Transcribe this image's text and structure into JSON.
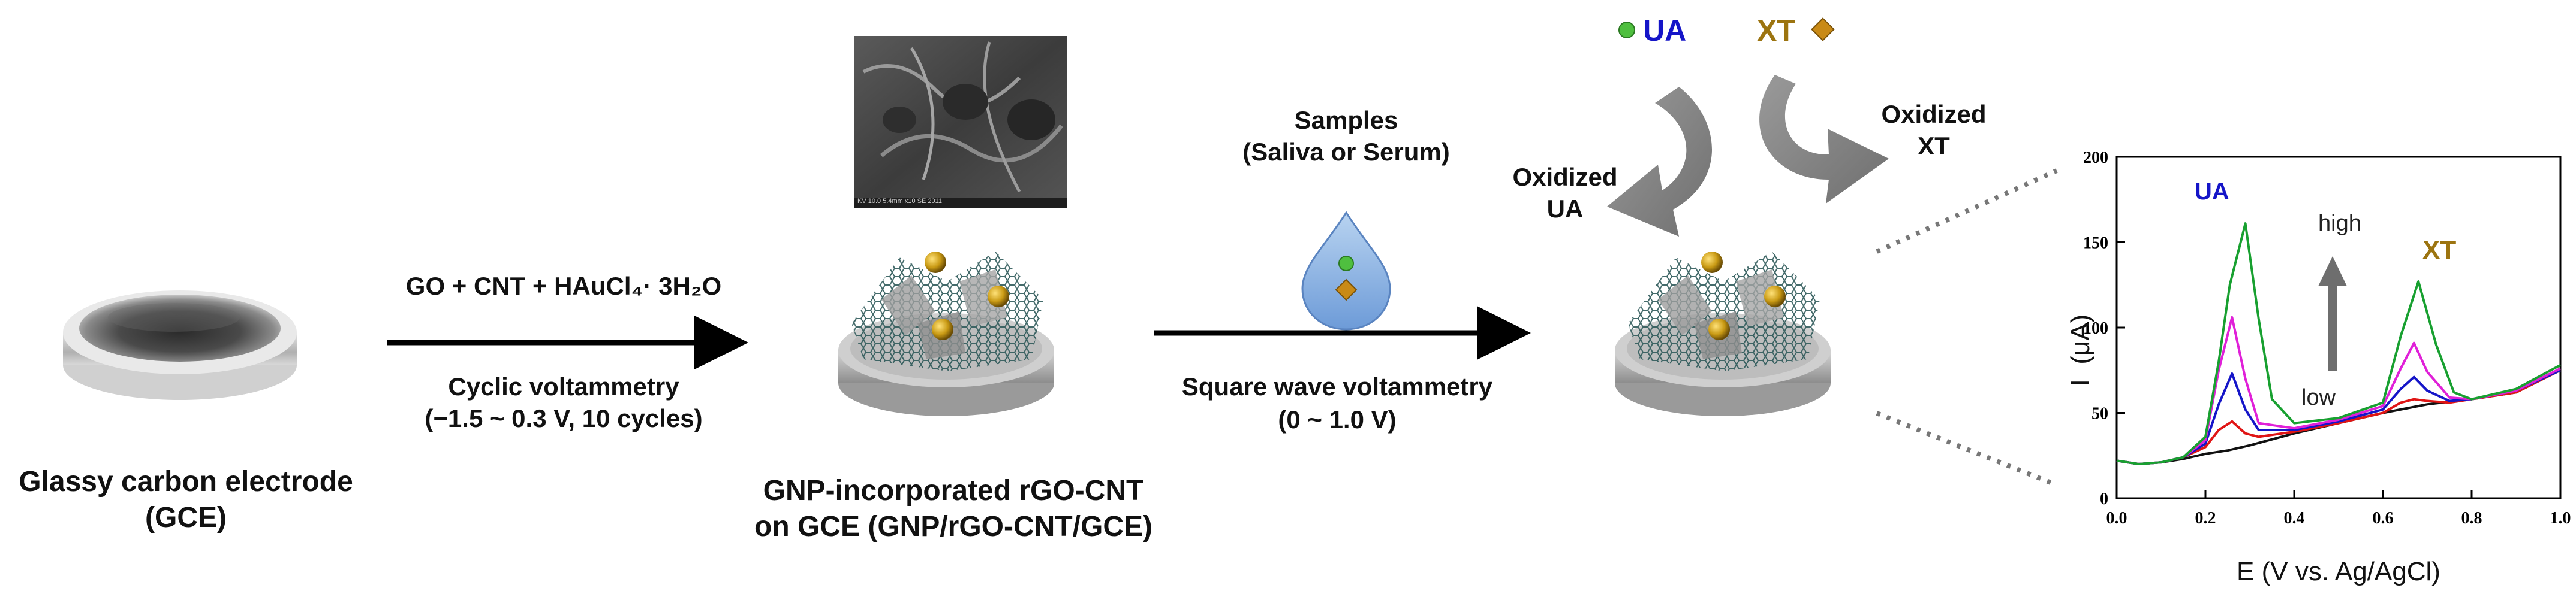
{
  "gce": {
    "line1": "Glassy carbon electrode",
    "line2": "(GCE)"
  },
  "step1": {
    "reagents": "GO + CNT + HAuCl₄· 3H₂O",
    "method": "Cyclic voltammetry",
    "conditions": "(−1.5 ~ 0.3 V, 10 cycles)"
  },
  "modified": {
    "line1": "GNP-incorporated rGO-CNT",
    "line2": "on GCE (GNP/rGO-CNT/GCE)",
    "sem_caption": "KV 10.0 5.4mm x10 SE 2011"
  },
  "samples": {
    "line1": "Samples",
    "line2": "(Saliva or Serum)"
  },
  "step2": {
    "method": "Square wave voltammetry",
    "conditions": "(0 ~ 1.0 V)"
  },
  "analytes": {
    "ua": "UA",
    "xt": "XT",
    "oxidized_ua_1": "Oxidized",
    "oxidized_ua_2": "UA",
    "oxidized_xt_1": "Oxidized",
    "oxidized_xt_2": "XT",
    "ua_color": "#1515c8",
    "xt_color": "#9c7410"
  },
  "chart_data": {
    "type": "line",
    "xlabel": "E (V vs. Ag/AgCl)",
    "ylabel": "I  (μA)",
    "xlim": [
      0.0,
      1.0
    ],
    "ylim": [
      0,
      200
    ],
    "xticks": [
      "0.0",
      "0.2",
      "0.4",
      "0.6",
      "0.8",
      "1.0"
    ],
    "yticks": [
      "0",
      "50",
      "100",
      "150",
      "200"
    ],
    "annotations": {
      "ua": "UA",
      "xt": "XT",
      "high": "high",
      "low": "low"
    },
    "series": [
      {
        "color": "#111111",
        "x": [
          0.0,
          0.05,
          0.1,
          0.15,
          0.2,
          0.25,
          0.3,
          0.4,
          0.5,
          0.6,
          0.7,
          0.8,
          0.9,
          1.0
        ],
        "y": [
          22,
          20,
          21,
          23,
          26,
          28,
          31,
          38,
          44,
          50,
          55,
          58,
          62,
          75
        ]
      },
      {
        "color": "#e01515",
        "x": [
          0.0,
          0.05,
          0.1,
          0.15,
          0.2,
          0.23,
          0.26,
          0.29,
          0.32,
          0.4,
          0.5,
          0.6,
          0.64,
          0.67,
          0.7,
          0.75,
          0.8,
          0.9,
          1.0
        ],
        "y": [
          22,
          20,
          21,
          24,
          30,
          40,
          45,
          38,
          36,
          39,
          44,
          50,
          56,
          58,
          57,
          56,
          58,
          62,
          75
        ]
      },
      {
        "color": "#1515c8",
        "x": [
          0.0,
          0.05,
          0.1,
          0.15,
          0.2,
          0.23,
          0.26,
          0.29,
          0.32,
          0.4,
          0.5,
          0.6,
          0.64,
          0.67,
          0.7,
          0.75,
          0.8,
          0.9,
          1.0
        ],
        "y": [
          22,
          20,
          21,
          24,
          32,
          55,
          73,
          52,
          40,
          40,
          45,
          52,
          64,
          71,
          63,
          57,
          58,
          63,
          75
        ]
      },
      {
        "color": "#e020d8",
        "x": [
          0.0,
          0.05,
          0.1,
          0.15,
          0.2,
          0.23,
          0.26,
          0.29,
          0.32,
          0.4,
          0.5,
          0.6,
          0.64,
          0.67,
          0.7,
          0.75,
          0.8,
          0.9,
          1.0
        ],
        "y": [
          22,
          20,
          21,
          24,
          34,
          75,
          106,
          70,
          44,
          41,
          46,
          54,
          76,
          91,
          74,
          59,
          58,
          63,
          76
        ]
      },
      {
        "color": "#18a030",
        "x": [
          0.0,
          0.05,
          0.1,
          0.15,
          0.2,
          0.23,
          0.255,
          0.29,
          0.32,
          0.35,
          0.4,
          0.5,
          0.6,
          0.64,
          0.68,
          0.72,
          0.76,
          0.8,
          0.9,
          1.0
        ],
        "y": [
          22,
          20,
          21,
          24,
          36,
          80,
          125,
          161,
          105,
          58,
          44,
          47,
          56,
          95,
          127,
          90,
          62,
          58,
          64,
          78
        ]
      }
    ]
  }
}
